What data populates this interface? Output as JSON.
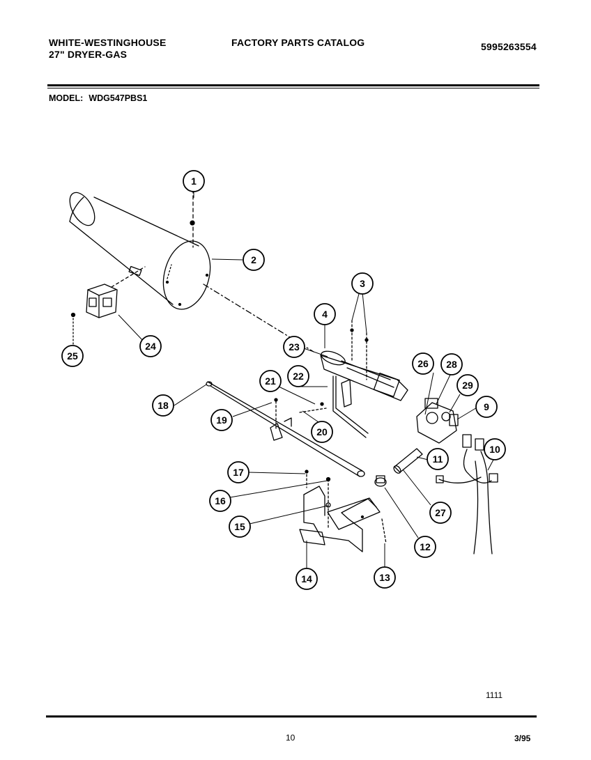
{
  "header": {
    "brand": "WHITE-WESTINGHOUSE",
    "product": "27\" DRYER-GAS",
    "catalog_title": "FACTORY PARTS CATALOG",
    "catalog_number": "5995263554"
  },
  "model": {
    "label": "MODEL:",
    "value": "WDG547PBS1"
  },
  "callouts": [
    "1",
    "2",
    "3",
    "4",
    "23",
    "24",
    "25",
    "26",
    "28",
    "29",
    "9",
    "22",
    "21",
    "18",
    "19",
    "20",
    "11",
    "10",
    "17",
    "16",
    "15",
    "27",
    "12",
    "14",
    "13"
  ],
  "footer": {
    "drawing_code": "1111",
    "page_number": "10",
    "date": "3/95"
  }
}
